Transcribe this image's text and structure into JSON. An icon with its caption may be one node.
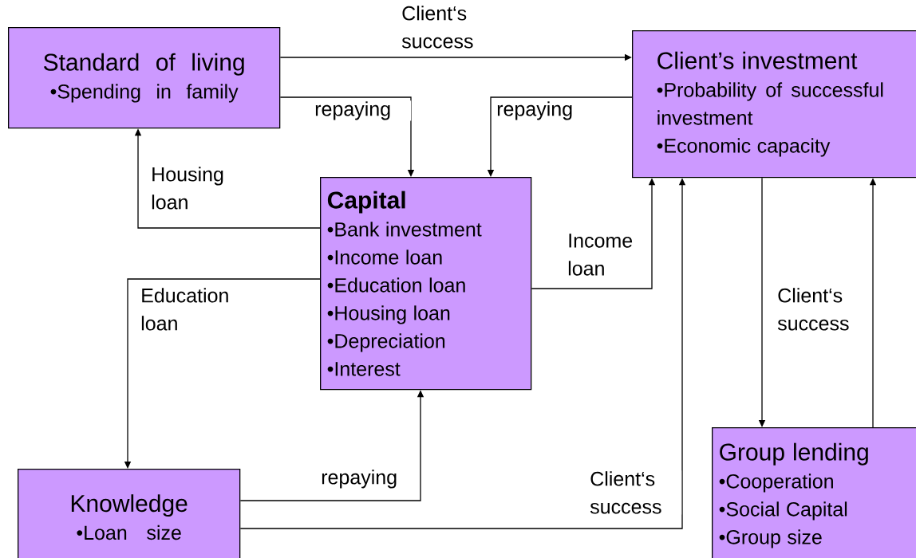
{
  "diagram": {
    "nodes": [
      {
        "text": [
          "Standard of living",
          "•Spending in family"
        ]
      },
      {
        "text": [
          "Client’s investment",
          "•Probability of successful investment",
          "•Economic capacity"
        ]
      },
      {
        "text": [
          "Capital",
          "•Bank investment",
          "•Income loan",
          "•Education loan",
          "•Housing loan",
          "•Depreciation",
          "•Interest"
        ]
      },
      {
        "text": [
          "Knowledge",
          "•Loan size"
        ]
      },
      {
        "text": [
          "Group lending",
          "•Cooperation",
          "•Social Capital",
          "•Group size"
        ]
      }
    ],
    "edges": [
      {
        "from": 0,
        "to": 1,
        "arrow": "to",
        "label": "Client‘s success"
      },
      {
        "from": 0,
        "to": 2,
        "arrow": "to",
        "label": "repaying"
      },
      {
        "from": 1,
        "to": 2,
        "arrow": "to",
        "label": "repaying"
      },
      {
        "from": 2,
        "to": 0,
        "arrow": "to",
        "label": "Housing loan"
      },
      {
        "from": 2,
        "to": 1,
        "arrow": "to",
        "label": "Income loan"
      },
      {
        "from": 2,
        "to": 3,
        "arrow": "to",
        "label": "Education loan"
      },
      {
        "from": 3,
        "to": 2,
        "arrow": "to",
        "label": "repaying"
      },
      {
        "from": 3,
        "to": 1,
        "arrow": "to",
        "label": "Client‘s success"
      },
      {
        "from": 1,
        "to": 4,
        "arrow": "to"
      },
      {
        "from": 4,
        "to": 1,
        "arrow": "to",
        "label": "Client‘s success"
      }
    ]
  }
}
